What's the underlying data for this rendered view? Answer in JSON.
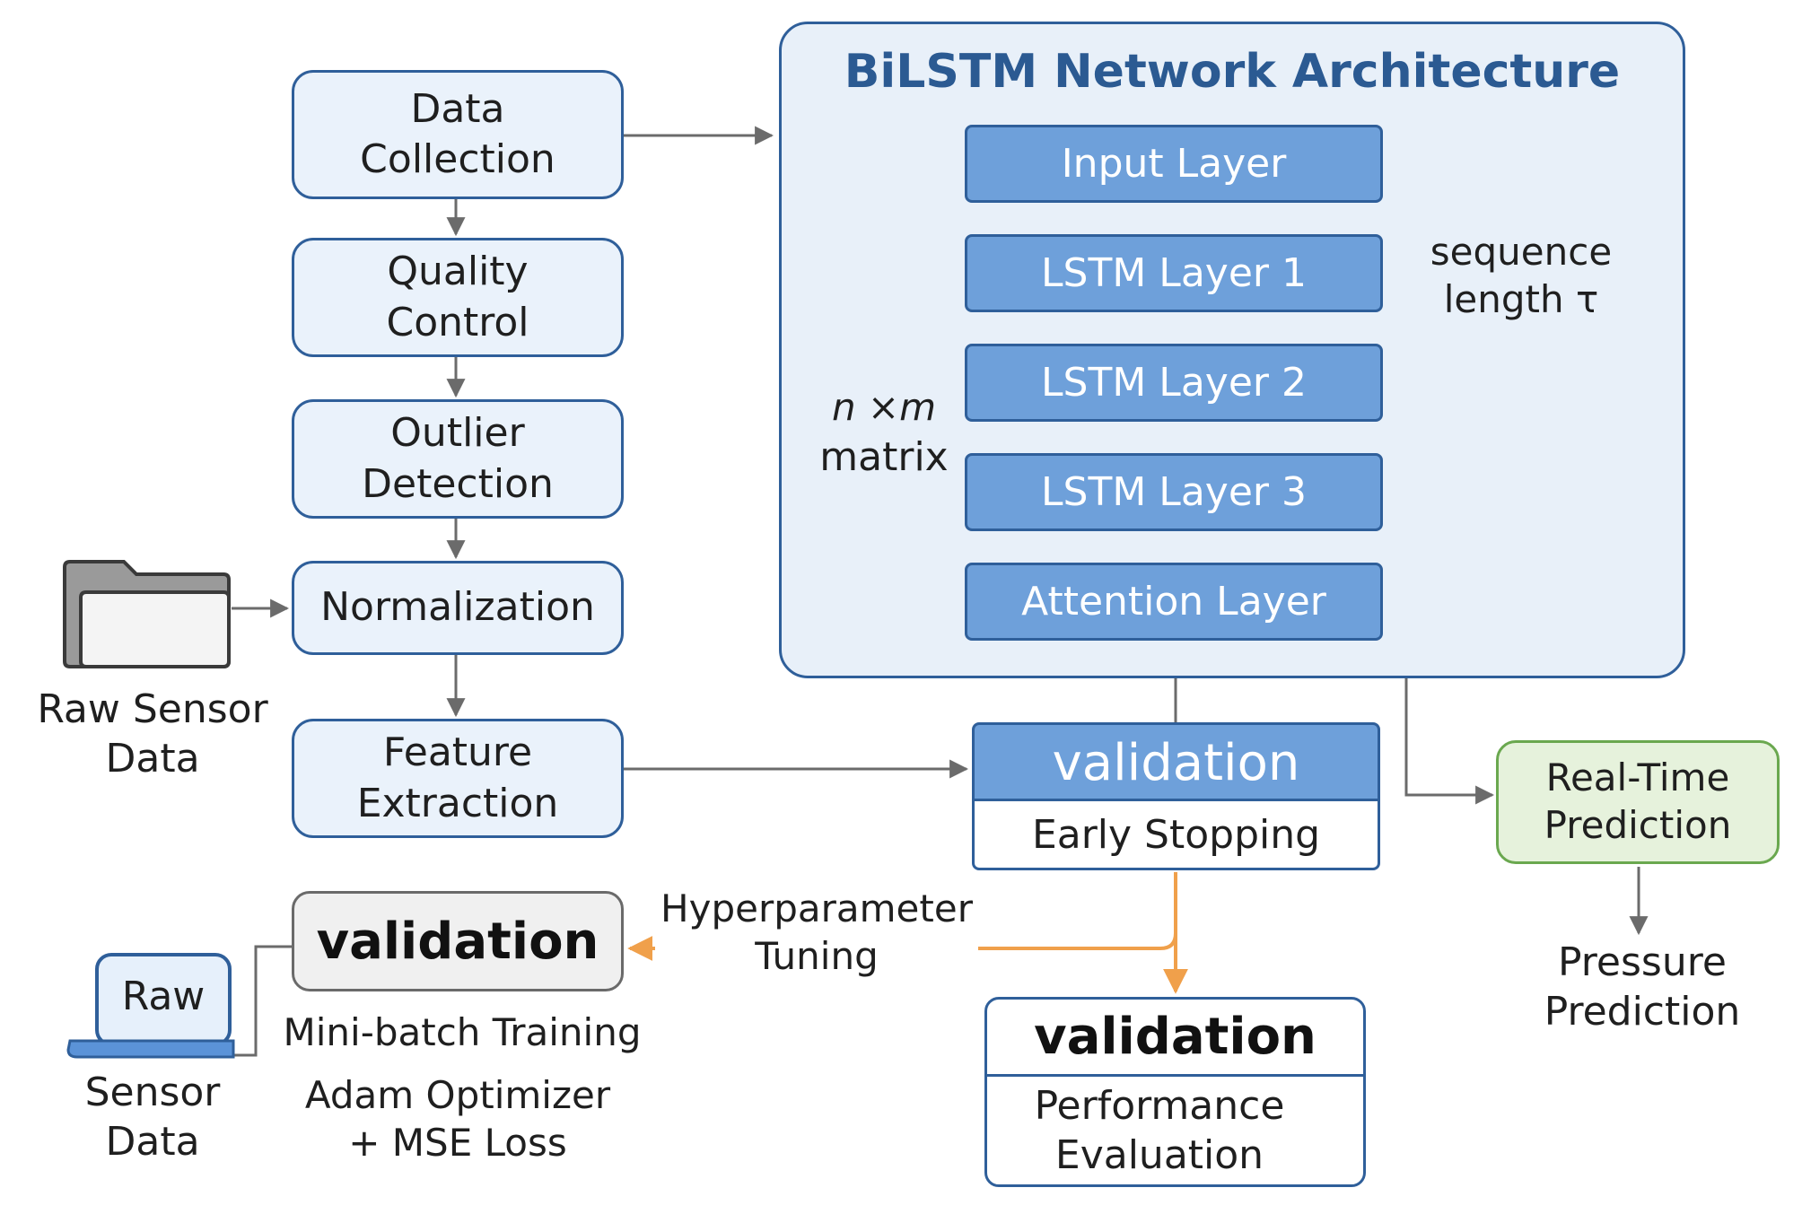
{
  "architecture": {
    "title": "BiLSTM Network Architecture",
    "layers": [
      "Input Layer",
      "LSTM Layer 1",
      "LSTM Layer 2",
      "LSTM Layer 3",
      "Attention Layer"
    ],
    "sequence_note": "sequence\nlength τ",
    "matrix_symbol": "n ×m",
    "matrix_word": "matrix"
  },
  "pipeline": {
    "data_collection": "Data\nCollection",
    "quality_control": "Quality\nControl",
    "outlier_detection": "Outlier\nDetection",
    "normalization": "Normalization",
    "feature_extraction": "Feature\nExtraction"
  },
  "inputs": {
    "raw_sensor_top": "Raw Sensor\nData",
    "raw_label": "Raw",
    "sensor_data_bottom": "Sensor\nData"
  },
  "validation_main": {
    "header": "validation",
    "body": "Early Stopping"
  },
  "training": {
    "header": "validation",
    "minibatch": "Mini-batch Training",
    "optimizer": "Adam Optimizer\n+ MSE Loss",
    "tuning": "Hyperparameter\nTuning"
  },
  "evaluation": {
    "header": "validation",
    "body": "Performance\nEvaluation"
  },
  "output": {
    "realtime": "Real-Time\nPrediction",
    "pressure": "Pressure\nPrediction"
  },
  "colors": {
    "box_fill": "#eaf2fb",
    "border_blue": "#2f5f9a",
    "layer_fill": "#6ea0da",
    "title_blue": "#2b5a92",
    "arrow_grey": "#6b6b6b",
    "arrow_orange": "#f0a04b",
    "green_fill": "#e6f2dc",
    "green_border": "#6aa84f"
  }
}
